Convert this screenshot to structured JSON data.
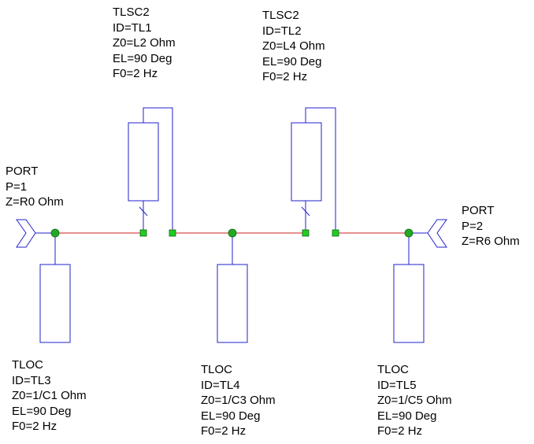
{
  "colors": {
    "wire": "#2222cc",
    "signal": "#cc2222",
    "node": "#22aa22",
    "pin": "#22cc22",
    "text": "#000000"
  },
  "components": [
    {
      "lines": [
        "TLSC2",
        "ID=TL1",
        "Z0=L2 Ohm",
        "EL=90 Deg",
        "F0=2 Hz"
      ]
    },
    {
      "lines": [
        "TLSC2",
        "ID=TL2",
        "Z0=L4 Ohm",
        "EL=90 Deg",
        "F0=2 Hz"
      ]
    },
    {
      "lines": [
        "PORT",
        "P=1",
        "Z=R0 Ohm"
      ]
    },
    {
      "lines": [
        "PORT",
        "P=2",
        "Z=R6 Ohm"
      ]
    },
    {
      "lines": [
        "TLOC",
        "ID=TL3",
        "Z0=1/C1 Ohm",
        "EL=90 Deg",
        "F0=2 Hz"
      ]
    },
    {
      "lines": [
        "TLOC",
        "ID=TL4",
        "Z0=1/C3 Ohm",
        "EL=90 Deg",
        "F0=2 Hz"
      ]
    },
    {
      "lines": [
        "TLOC",
        "ID=TL5",
        "Z0=1/C5 Ohm",
        "EL=90 Deg",
        "F0=2 Hz"
      ]
    }
  ]
}
